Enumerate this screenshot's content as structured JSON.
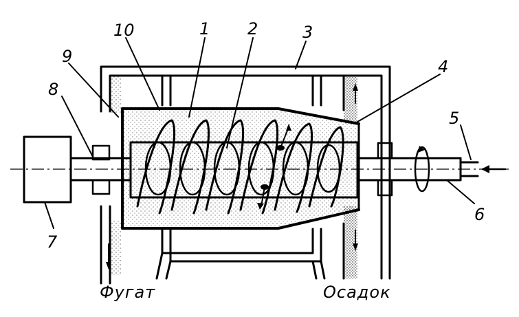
{
  "labels": {
    "n1": "1",
    "n2": "2",
    "n3": "3",
    "n4": "4",
    "n5": "5",
    "n6": "6",
    "n7": "7",
    "n8": "8",
    "n9": "9",
    "n10": "10"
  },
  "captions": {
    "fugat": "Фугат",
    "osadok": "Осадок"
  },
  "colors": {
    "ink": "#000000",
    "background": "#ffffff"
  }
}
